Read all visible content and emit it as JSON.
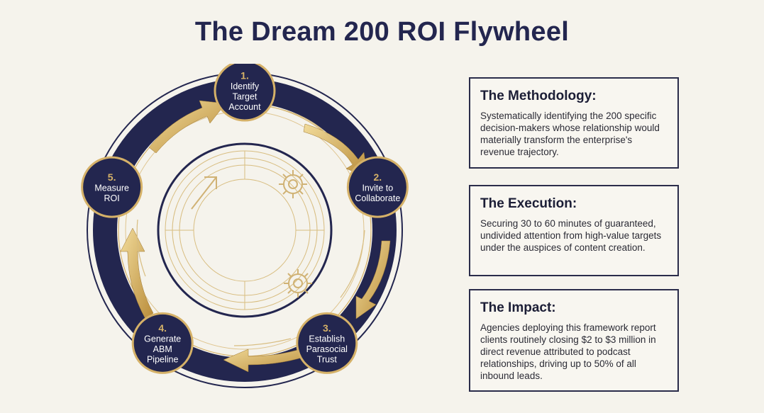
{
  "title": "The Dream 200 ROI Flywheel",
  "nodes": [
    {
      "num": "1.",
      "lines": [
        "Identify",
        "Target",
        "Account"
      ]
    },
    {
      "num": "2.",
      "lines": [
        "Invite to",
        "Collaborate"
      ]
    },
    {
      "num": "3.",
      "lines": [
        "Establish",
        "Parasocial",
        "Trust"
      ]
    },
    {
      "num": "4.",
      "lines": [
        "Generate",
        "ABM",
        "Pipeline"
      ]
    },
    {
      "num": "5.",
      "lines": [
        "Measure",
        "ROI"
      ]
    }
  ],
  "panels": [
    {
      "heading": "The Methodology:",
      "body": "Systematically identifying the 200 specific decision-makers whose relationship would materially transform the enterprise's revenue trajectory."
    },
    {
      "heading": "The Execution:",
      "body": "Securing 30 to 60 minutes of guaranteed, undivided attention from high-value targets under the auspices of content creation."
    },
    {
      "heading": "The Impact:",
      "body": "Agencies deploying this framework report clients routinely closing $2 to $3 million in direct revenue attributed to podcast relationships, driving up to 50% of all inbound leads."
    }
  ],
  "colors": {
    "navy": "#23264f",
    "gold": "#d5b168",
    "background": "#f5f3ec"
  },
  "icons": [
    "gear-icon",
    "gear-icon",
    "arrow-icon"
  ]
}
